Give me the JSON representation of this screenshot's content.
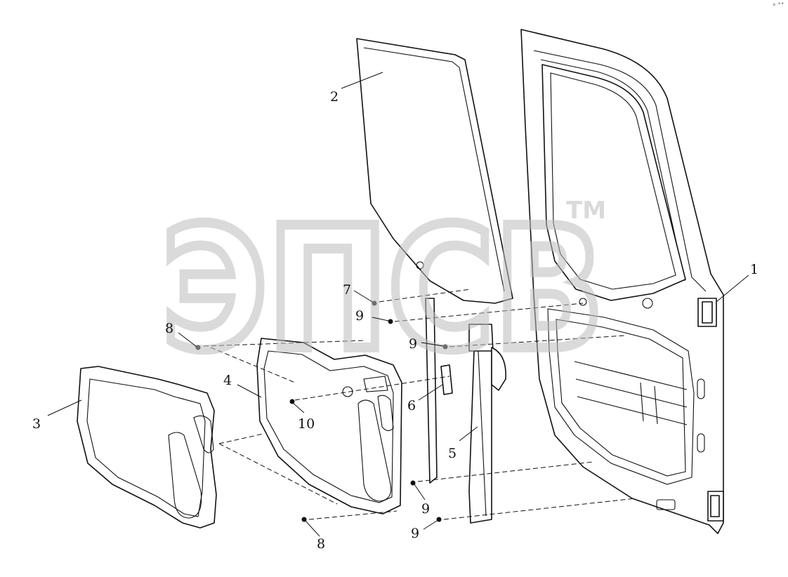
{
  "watermark": {
    "text": "ЭПСВ",
    "mark": "TM",
    "color": "#bdbdbd"
  },
  "corner_mark": "° ˚˚",
  "callouts": [
    {
      "id": "1",
      "label": "1"
    },
    {
      "id": "2",
      "label": "2"
    },
    {
      "id": "3",
      "label": "3"
    },
    {
      "id": "4",
      "label": "4"
    },
    {
      "id": "5",
      "label": "5"
    },
    {
      "id": "6",
      "label": "6"
    },
    {
      "id": "7",
      "label": "7"
    },
    {
      "id": "8a",
      "label": "8"
    },
    {
      "id": "8b",
      "label": "8"
    },
    {
      "id": "9a",
      "label": "9"
    },
    {
      "id": "9b",
      "label": "9"
    },
    {
      "id": "9c",
      "label": "9"
    },
    {
      "id": "9d",
      "label": "9"
    },
    {
      "id": "10",
      "label": "10"
    }
  ]
}
